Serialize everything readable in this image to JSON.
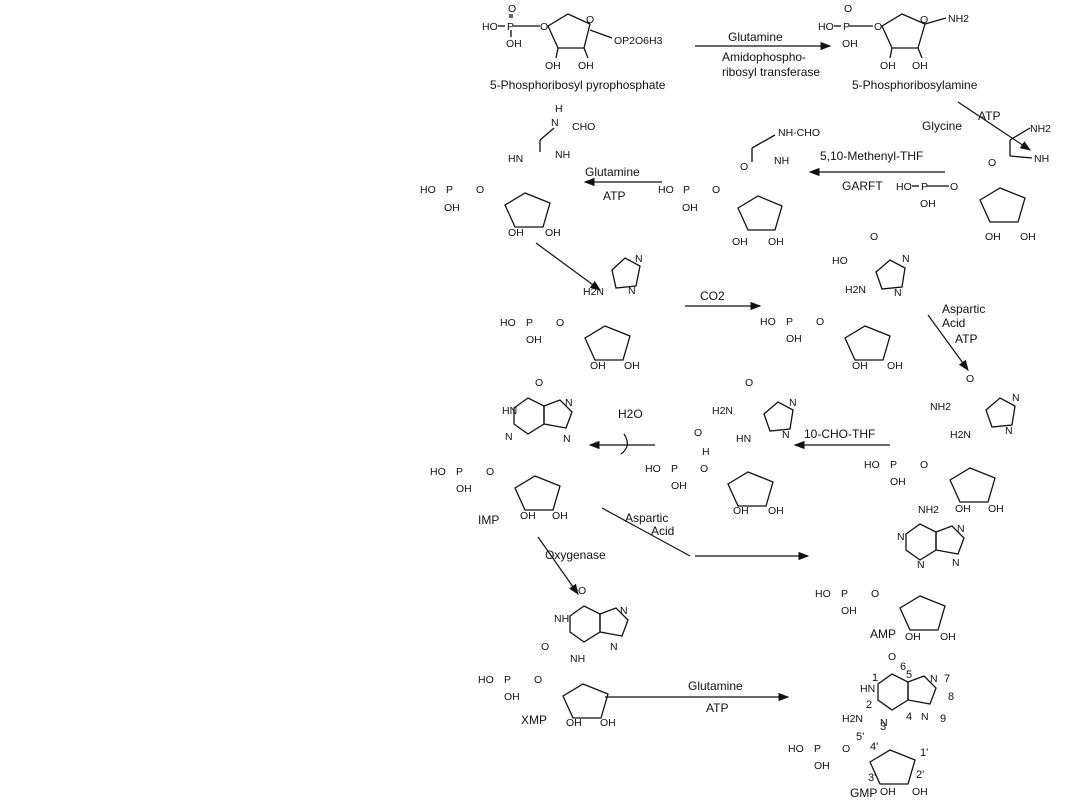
{
  "compounds": {
    "prpp": "5-Phosphoribosyl pyrophosphate",
    "pra": "5-Phosphoribosylamine",
    "imp": "IMP",
    "amp": "AMP",
    "xmp": "XMP",
    "gmp": "GMP"
  },
  "reaction_labels": {
    "r1_reagent": "Glutamine",
    "r1_enzyme_line1": "Amidophospho-",
    "r1_enzyme_line2": "ribosyl transferase",
    "r2_atp": "ATP",
    "r2_glycine": "Glycine",
    "r3_reagent": "5,10-Methenyl-THF",
    "r3_enzyme": "GARFT",
    "r4_reagent": "Glutamine",
    "r4_atp": "ATP",
    "r6_co2": "CO2",
    "r7_line1": "Aspartic",
    "r7_line2": "Acid",
    "r7_atp": "ATP",
    "r8_reagent": "10-CHO-THF",
    "r9_water": "H2O",
    "r10_line1": "Aspartic",
    "r10_line2": "Acid",
    "r11_enzyme": "Oxygenase",
    "r12_reagent": "Glutamine",
    "r12_atp": "ATP"
  },
  "atoms": {
    "phosphate_ho": "HO",
    "phosphate_p": "P",
    "phosphate_o": "O",
    "phosphate_oh": "OH",
    "oh": "OH",
    "nh2": "NH2",
    "nh": "NH",
    "hn": "HN",
    "n": "N",
    "h": "H",
    "h2n": "H2N",
    "cho": "CHO",
    "nh_cho": "NH-CHO",
    "opp": "OP2O6H3",
    "ho_acid": "HO",
    "o_atom": "O"
  },
  "gmp_numbering": [
    "1",
    "2",
    "3",
    "4",
    "5",
    "6",
    "7",
    "8",
    "9",
    "1'",
    "2'",
    "3'",
    "4'",
    "5'"
  ]
}
